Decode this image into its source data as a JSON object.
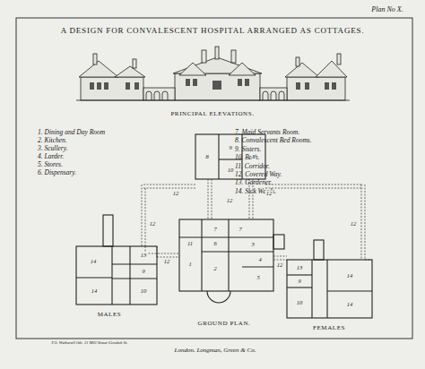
{
  "diagram": {
    "title": "A DESIGN FOR CONVALESCENT HOSPITAL ARRANGED AS COTTAGES.",
    "labels": [
      "Plan No X.",
      "PRINCIPAL ELEVATIONS.",
      "1. Dining and Day Room",
      "2. Kitchen.",
      "3. Scullery.",
      "4. Larder.",
      "5. Stores.",
      "6. Dispensary.",
      "7. Maid Servants Room.",
      "8. Convalescent Bed Rooms.",
      "9. Sisters.",
      "10. Bath.",
      "11. Corridor.",
      "12. Covered Way.",
      "13. Gardener.",
      "14. Sick Wards.",
      "8",
      "9",
      "10",
      "8",
      "12",
      "12",
      "12",
      "12",
      "12",
      "12",
      "12",
      "7",
      "7",
      "11",
      "6",
      "3",
      "1",
      "2",
      "4",
      "5",
      "14",
      "13",
      "9",
      "10",
      "14",
      "13",
      "9",
      "10",
      "14",
      "14",
      "MALES",
      "FEMALES",
      "GROUND PLAN.",
      "London. Longman, Green & Co.",
      "F.S. Wetherell lith. 11 Mill Street Conduit St."
    ]
  }
}
